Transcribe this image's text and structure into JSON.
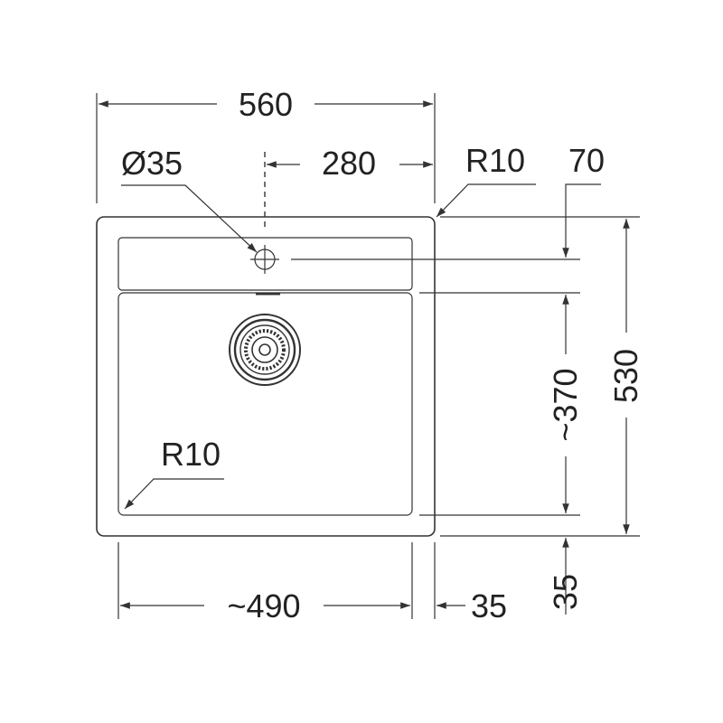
{
  "dimensions": {
    "overall_width": "560",
    "tap_hole_diameter": "Ø35",
    "tap_hole_offset": "280",
    "outer_corner_radius": "R10",
    "top_margin": "70",
    "overall_depth": "530",
    "bowl_depth": "~370",
    "bottom_margin": "35",
    "bowl_corner_radius": "R10",
    "bowl_width": "~490",
    "side_margin": "35"
  },
  "colors": {
    "line": "#333333",
    "text": "#222222",
    "background": "#ffffff"
  }
}
